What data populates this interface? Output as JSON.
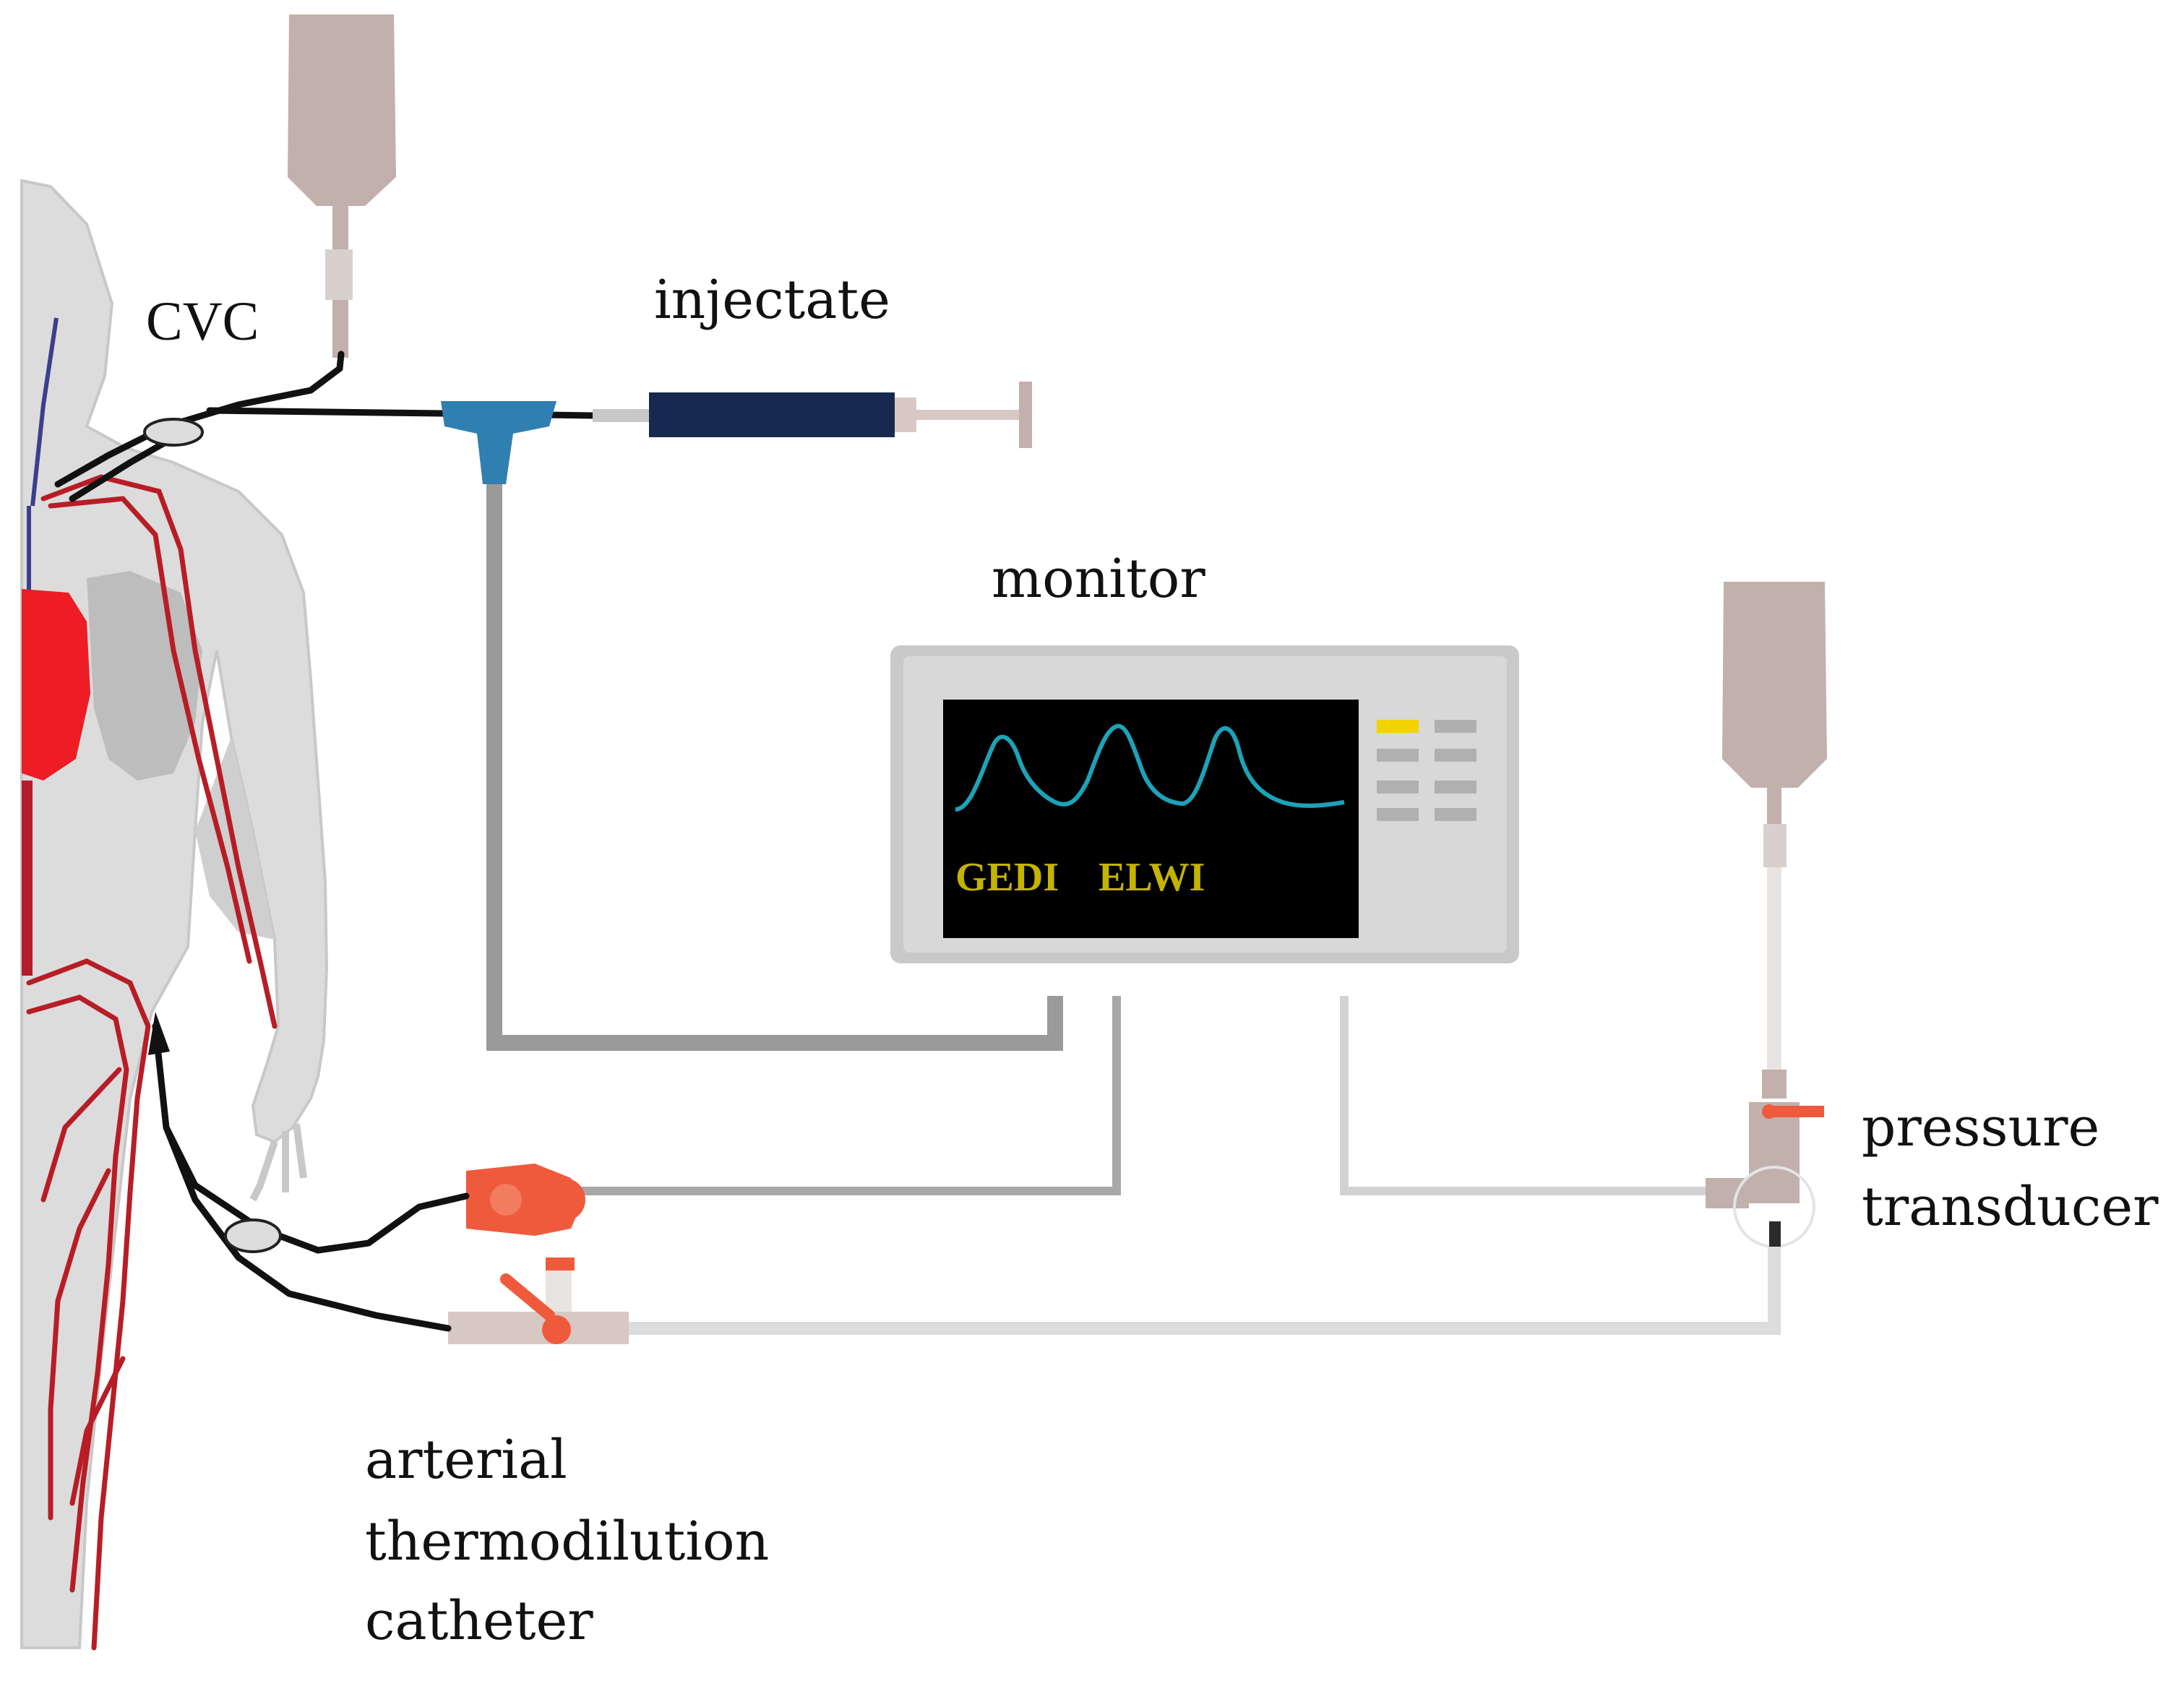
{
  "labels": {
    "cvc": "CVC",
    "injectate": "injectate",
    "monitor": "monitor",
    "pressure_line1": "pressure",
    "pressure_line2": "transducer",
    "arterial_line1": "arterial",
    "arterial_line2": "thermodilution",
    "arterial_line3": "catheter"
  },
  "monitor_screen": {
    "param1": "GEDI",
    "param2": "ELWI"
  },
  "colors": {
    "body": "#dcdcdc",
    "artery": "#d9252a",
    "heart": "#ee1c24",
    "vein": "#3a3f8f",
    "syringe": "#17294f",
    "t_connector": "#2f7fb0",
    "sensor": "#f05a3c",
    "bag": "#c2b0ac",
    "monitor_case": "#d0d0d0",
    "screen": "#000000",
    "waveform": "#1ca3b8",
    "screen_text_yellow": "#f2d200",
    "screen_text_green": "#4fae3a"
  }
}
